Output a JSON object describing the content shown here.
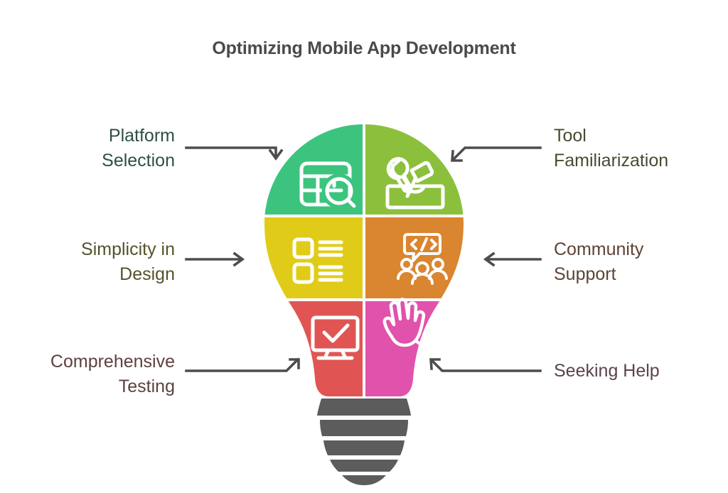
{
  "title": "Optimizing Mobile App Development",
  "colors": {
    "background": "#ffffff",
    "title_text": "#4a4a4a",
    "arrow": "#4d4d4d",
    "bulb_base": "#5c5c5c",
    "segment_green": "#3cc47f",
    "segment_light_green": "#8cc03c",
    "segment_yellow": "#e0cc18",
    "segment_orange": "#da8530",
    "segment_red": "#e05553",
    "segment_pink": "#e052ab",
    "icon": "#ffffff"
  },
  "diagram": {
    "type": "lightbulb-six-segment",
    "segments": [
      {
        "id": "platform-selection",
        "label": "Platform\nSelection",
        "side": "left",
        "row": "top",
        "color": "#3cc47f",
        "label_color": "#2f4f43",
        "icon": "table-search-icon",
        "arrow": "arrow-elbow-down-right"
      },
      {
        "id": "tool-familiarization",
        "label": "Tool\nFamiliarization",
        "side": "right",
        "row": "top",
        "color": "#8cc03c",
        "label_color": "#4a4a32",
        "icon": "toolbox-icon",
        "arrow": "arrow-elbow-down-left"
      },
      {
        "id": "simplicity-in-design",
        "label": "Simplicity in\nDesign",
        "side": "left",
        "row": "middle",
        "color": "#e0cc18",
        "label_color": "#55522c",
        "icon": "list-layout-icon",
        "arrow": "arrow-straight-right"
      },
      {
        "id": "community-support",
        "label": "Community\nSupport",
        "side": "right",
        "row": "middle",
        "color": "#da8530",
        "label_color": "#5c4434",
        "icon": "code-community-icon",
        "arrow": "arrow-straight-left"
      },
      {
        "id": "comprehensive-testing",
        "label": "Comprehensive\nTesting",
        "side": "left",
        "row": "bottom",
        "color": "#e05553",
        "label_color": "#5e4040",
        "icon": "monitor-check-icon",
        "arrow": "arrow-elbow-up-right"
      },
      {
        "id": "seeking-help",
        "label": "Seeking Help",
        "side": "right",
        "row": "bottom",
        "color": "#e052ab",
        "label_color": "#5c4250",
        "icon": "raised-hand-icon",
        "arrow": "arrow-elbow-up-left"
      }
    ]
  }
}
